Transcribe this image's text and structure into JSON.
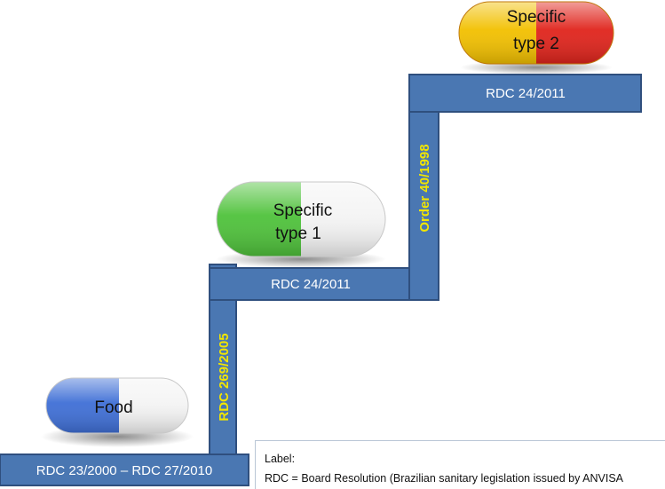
{
  "colors": {
    "step_fill": "#4a77b2",
    "step_stroke": "#2f4f7e",
    "step_text": "#ffffff",
    "riser_text": "#f2e600",
    "pill_blue": "#3f6fd6",
    "pill_green": "#4fc23b",
    "pill_yellow": "#f2c000",
    "pill_red": "#e0241c",
    "pill_white": "#f4f4f4"
  },
  "steps": [
    {
      "label": "RDC 23/2000 – RDC 27/2010"
    },
    {
      "label": "RDC 24/2011"
    },
    {
      "label": "RDC 24/2011"
    }
  ],
  "risers": [
    {
      "label": "RDC 269/2005"
    },
    {
      "label": "Order 40/1998"
    }
  ],
  "pills": [
    {
      "label_lines": [
        "Food"
      ],
      "left_color": "blue"
    },
    {
      "label_lines": [
        "Specific",
        "type 1"
      ],
      "left_color": "green"
    },
    {
      "label_lines": [
        "Specific",
        "type 2"
      ],
      "left_color": "yellow"
    }
  ],
  "legend": {
    "title": "Label:",
    "text": "RDC = Board Resolution (Brazilian sanitary legislation issued by ANVISA"
  }
}
